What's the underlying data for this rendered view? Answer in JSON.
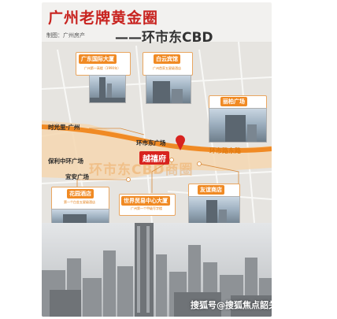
{
  "title": "广州老牌黄金圈",
  "credit": "制图：广州房产",
  "subtitle": "——环市东CBD",
  "buildings": {
    "intl_tower": {
      "name": "广东国际大厦",
      "note": "广州第一高楼（1990年）"
    },
    "baiyun_hotel": {
      "name": "白云宾馆",
      "note": "广州首家五星级酒店"
    },
    "liby_plaza": {
      "name": "丽柏广场"
    },
    "garden_hotel": {
      "name": "花园酒店",
      "note": "第一个白金五星级酒店"
    },
    "world_trade": {
      "name": "世界贸易中心大厦",
      "note": "广州第一个甲级写字楼"
    },
    "friendship": {
      "name": "友谊商店"
    }
  },
  "map_labels": {
    "shiguangli": "时光里·广州",
    "huanshidong_plaza": "环市东广场",
    "yuexifu": "越禧府",
    "road": "环市路东路",
    "baoli": "保利中环广场",
    "yian": "宜安广场",
    "ghost_text": "环市东CBD商圈"
  },
  "watermark": "搜狐号@搜狐焦点韶关站",
  "colors": {
    "accent": "#f08a24",
    "title_red": "#c8231f",
    "marker_red": "#d8231f"
  }
}
